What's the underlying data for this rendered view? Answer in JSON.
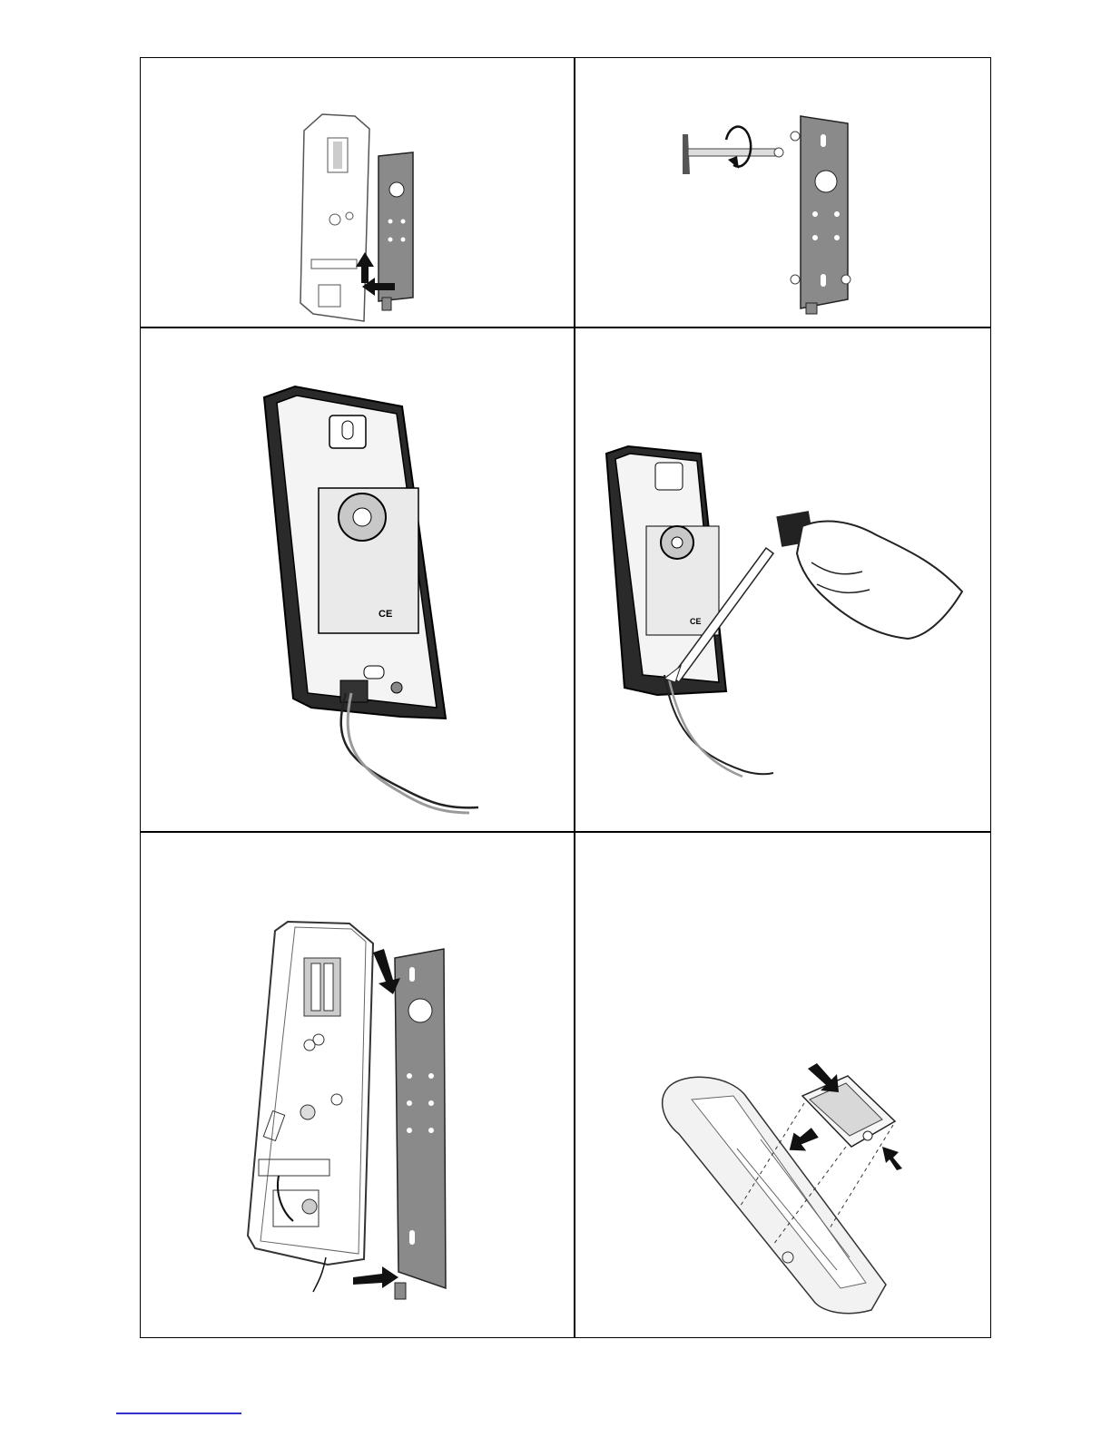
{
  "page": {
    "panels": [
      {
        "id": 1,
        "illustration": "device-base-on-mounting-plate"
      },
      {
        "id": 2,
        "illustration": "mounting-plate-with-post-screw"
      },
      {
        "id": 3,
        "illustration": "back-housing-with-cable"
      },
      {
        "id": 4,
        "illustration": "hand-applying-sealant"
      },
      {
        "id": 5,
        "illustration": "slide-housing-onto-plate"
      },
      {
        "id": 6,
        "illustration": "insert-module-into-housing"
      }
    ],
    "marks": {
      "ce_mark": "CE"
    },
    "colors": {
      "line": "#000000",
      "plate": "#8a8a8a",
      "housing": "#2a2a2a",
      "cable_gray": "#9a9a9a",
      "footer_link": "#3333cc"
    }
  }
}
